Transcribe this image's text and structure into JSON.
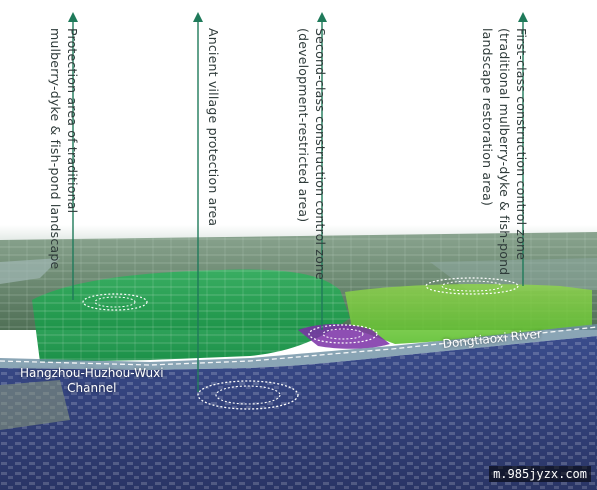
{
  "annotations": [
    {
      "id": "traditional-landscape",
      "text": "Protection area of traditional\nmulberry-dyke & fish-pond landscape"
    },
    {
      "id": "ancient-village",
      "text": "Ancient village protection area"
    },
    {
      "id": "second-class",
      "text": "Second-class construction control zone\n(development-restricted area)"
    },
    {
      "id": "first-class",
      "text": "First-class construction control zone\n(traditional mulberry-dyke & fish-pond\nlandscape restoration area)"
    }
  ],
  "map_labels": {
    "canal": "Hangzhou-Huzhou-Wuxi\nChannel",
    "river": "Dongtiaoxi River"
  },
  "watermark": "m.985jyzx.com",
  "colors": {
    "arrow": "#1f7a5a",
    "landscape_zone": "#1fa34f",
    "first_class_zone": "#6cc93c",
    "second_class_zone": "#7a2fa6",
    "village_zone": "#2d3f8f",
    "sky": "#ffffff"
  }
}
